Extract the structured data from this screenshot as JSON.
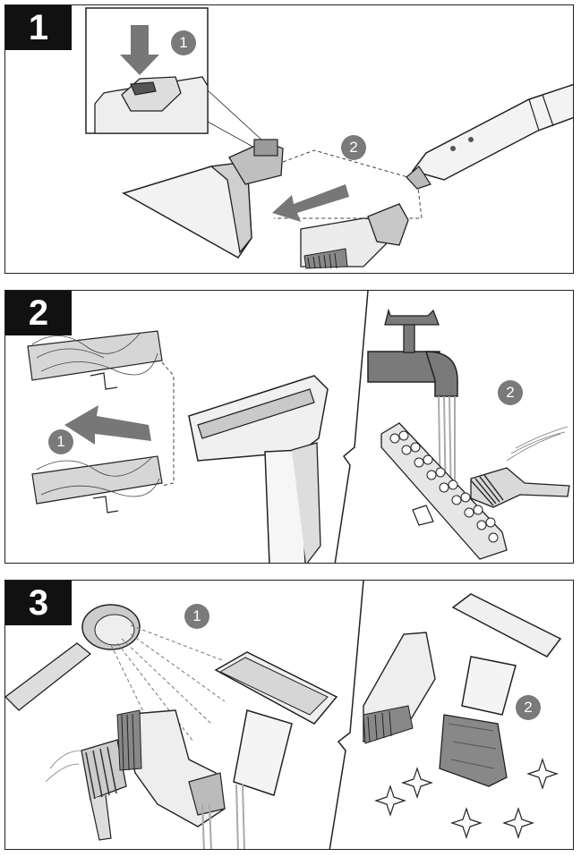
{
  "panels": [
    {
      "step": "1",
      "subs": [
        "1",
        "2"
      ]
    },
    {
      "step": "2",
      "subs": [
        "1",
        "2"
      ]
    },
    {
      "step": "3",
      "subs": [
        "1",
        "2"
      ]
    }
  ],
  "icons": [
    "press-arrow-icon",
    "slide-arrow-icon",
    "faucet-icon",
    "water-stream-icon",
    "cleaning-brush-icon",
    "shower-head-icon",
    "cloth-icon",
    "sparkle-icon"
  ],
  "colors": {
    "ink": "#222222",
    "badge": "#111111",
    "sub_badge": "#7a7a7a",
    "tool_gray": "#8a8a8a"
  }
}
